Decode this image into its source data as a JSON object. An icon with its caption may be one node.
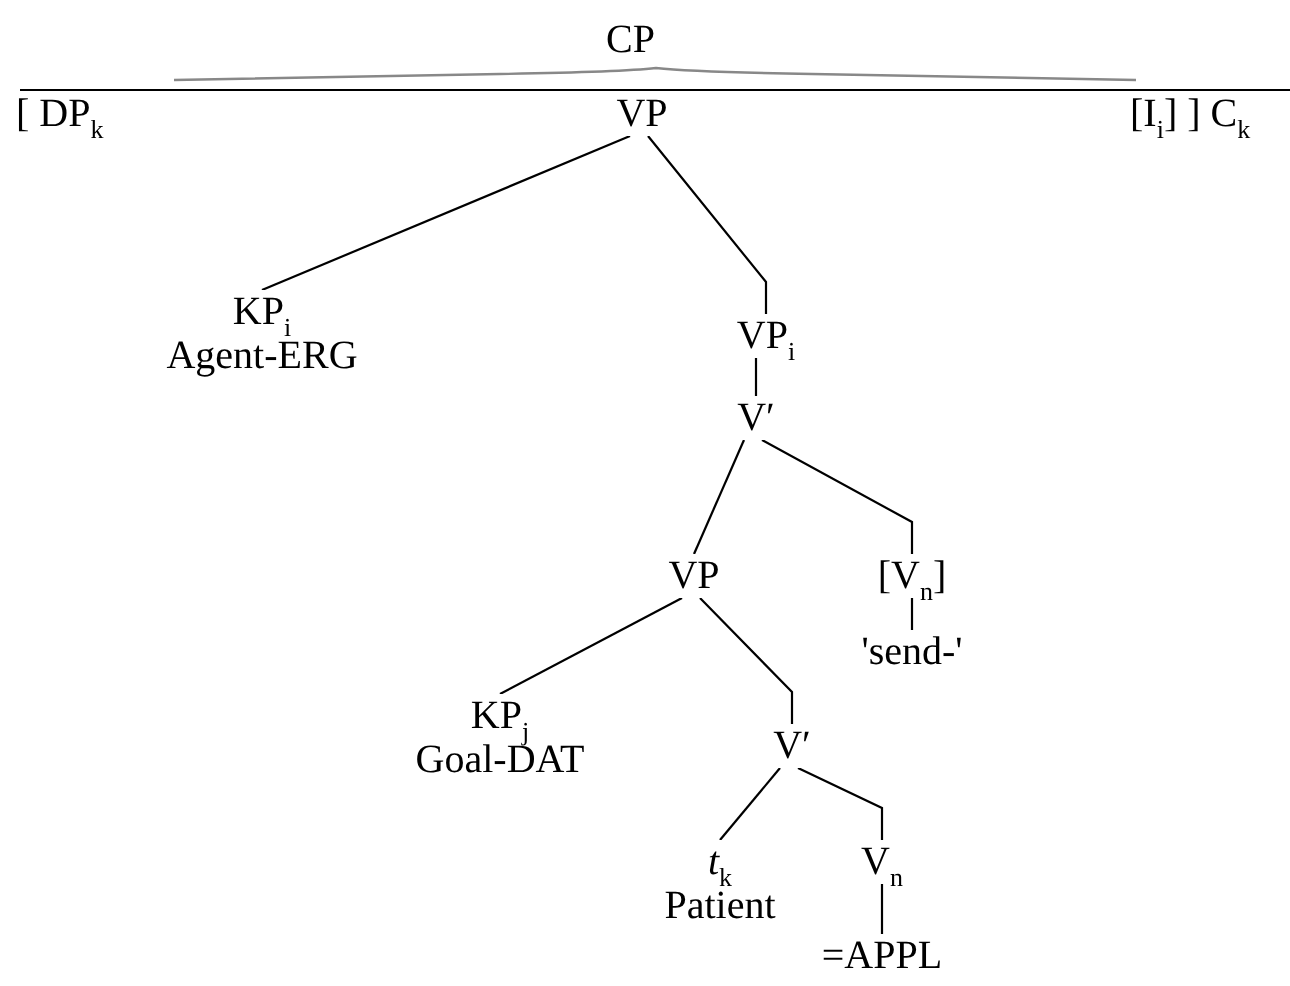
{
  "diagram": {
    "nodes": [
      {
        "text": [
          "VP"
        ]
      },
      {
        "text": [
          "KP$_{i}$",
          "Agent-ERG"
        ]
      },
      {
        "text": [
          "VP$_{i}$"
        ]
      },
      {
        "text": [
          "V′"
        ]
      },
      {
        "text": [
          "VP"
        ]
      },
      {
        "text": [
          "[V$_{n}$]"
        ]
      },
      {
        "text": [
          "'send-'"
        ]
      },
      {
        "text": [
          "KP$_{j}$",
          "Goal-DAT"
        ]
      },
      {
        "text": [
          "V′"
        ]
      },
      {
        "text": [
          "*t*$_{k}$",
          "Patient"
        ]
      },
      {
        "text": [
          "V$_{n}$"
        ]
      },
      {
        "text": [
          "=APPL"
        ]
      }
    ],
    "edges": [
      {
        "from": 0,
        "to": 1,
        "arrow": "none"
      },
      {
        "from": 0,
        "to": 2,
        "arrow": "none"
      },
      {
        "from": 2,
        "to": 3,
        "arrow": "none"
      },
      {
        "from": 3,
        "to": 4,
        "arrow": "none"
      },
      {
        "from": 3,
        "to": 5,
        "arrow": "none"
      },
      {
        "from": 5,
        "to": 6,
        "arrow": "none"
      },
      {
        "from": 4,
        "to": 7,
        "arrow": "none"
      },
      {
        "from": 4,
        "to": 8,
        "arrow": "none"
      },
      {
        "from": 8,
        "to": 9,
        "arrow": "none"
      },
      {
        "from": 8,
        "to": 10,
        "arrow": "none"
      },
      {
        "from": 10,
        "to": 11,
        "arrow": "none"
      }
    ],
    "labels": [
      "CP",
      "[ DP$_{k}$",
      "[I$_{i}$] ] C$_{k}$"
    ]
  }
}
